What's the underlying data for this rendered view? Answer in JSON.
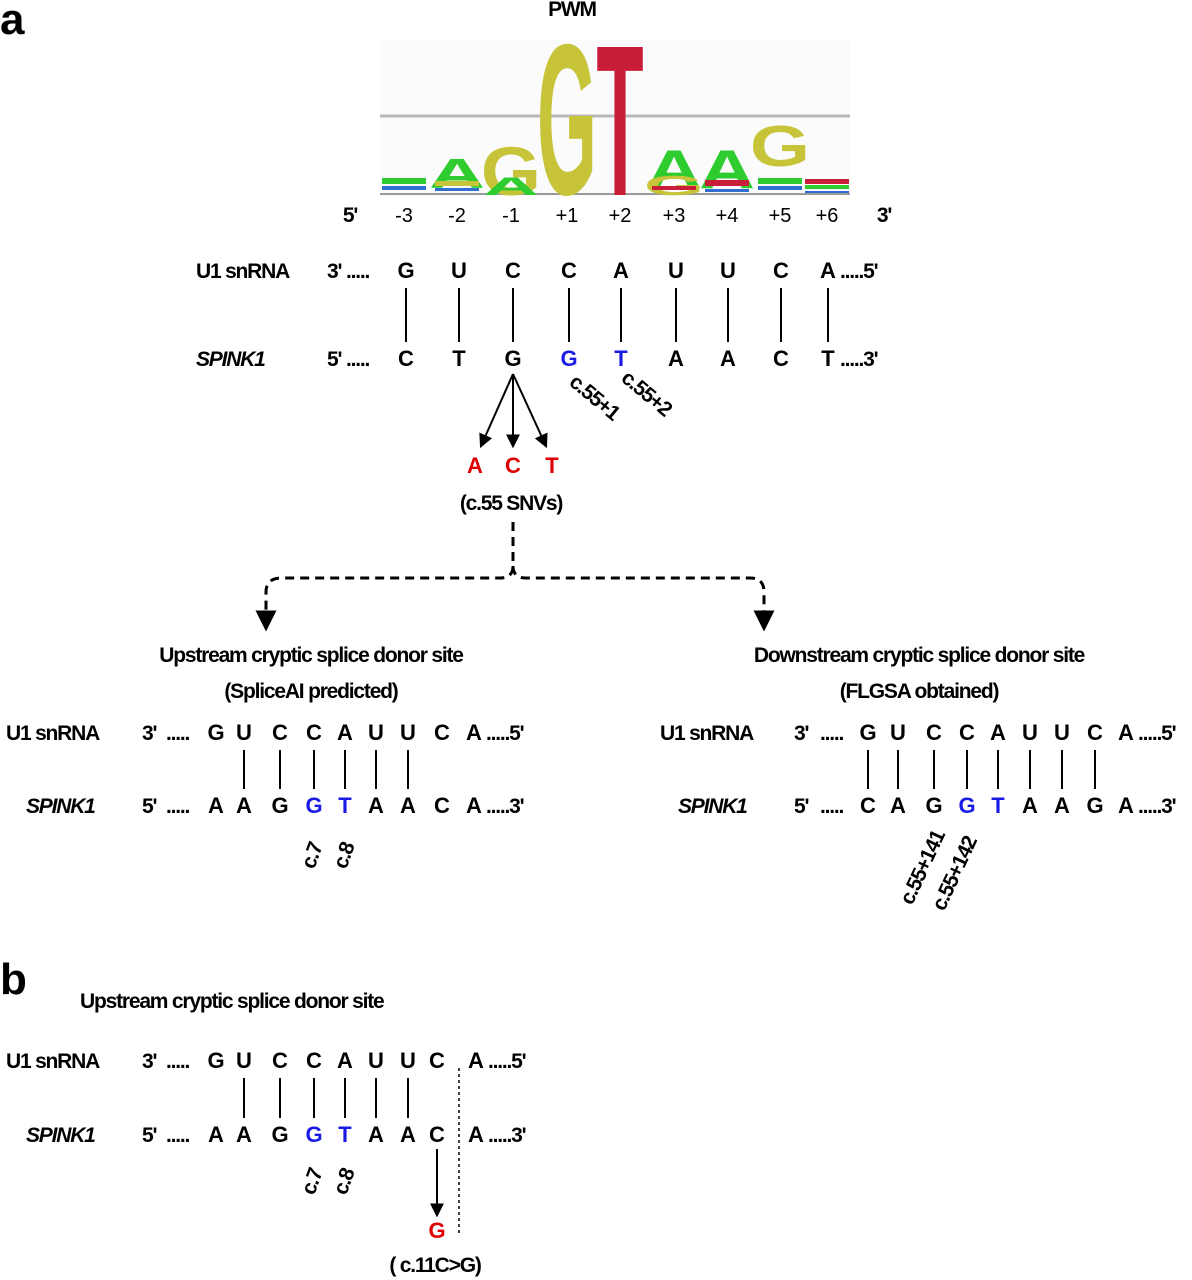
{
  "colors": {
    "wildtype_highlight": "#1a1ae6",
    "variant": "#e00000",
    "logo_A": "#2ecc2e",
    "logo_G": "#c8c43a",
    "logo_T": "#c81e3a",
    "logo_C": "#2f6fd0"
  },
  "panel_a": {
    "label": "a",
    "logo": {
      "title": "PWM",
      "end5": "5'",
      "end3": "3'",
      "positions": [
        "-3",
        "-2",
        "-1",
        "+1",
        "+2",
        "+3",
        "+4",
        "+5",
        "+6"
      ],
      "letters": [
        {
          "pos": "-2",
          "letter": "A",
          "color": "logo_A"
        },
        {
          "pos": "-1",
          "letter": "G",
          "color": "logo_G"
        },
        {
          "pos": "-1",
          "letter": "A",
          "color": "logo_A"
        },
        {
          "pos": "+1",
          "letter": "G",
          "color": "logo_G"
        },
        {
          "pos": "+2",
          "letter": "T",
          "color": "logo_T"
        },
        {
          "pos": "+3",
          "letter": "A",
          "color": "logo_A"
        },
        {
          "pos": "+3",
          "letter": "G",
          "color": "logo_G"
        },
        {
          "pos": "+4",
          "letter": "A",
          "color": "logo_A"
        },
        {
          "pos": "+5",
          "letter": "G",
          "color": "logo_G"
        }
      ]
    },
    "u1": {
      "name": "U1 snRNA",
      "prime_left": "3'",
      "prime_right": "5'",
      "nts": [
        "G",
        "U",
        "C",
        "C",
        "A",
        "U",
        "U",
        "C",
        "A"
      ]
    },
    "spink1": {
      "name": "SPINK1",
      "prime_left": "5'",
      "prime_right": "3'",
      "nts": [
        "C",
        "T",
        "G",
        "G",
        "T",
        "A",
        "A",
        "C",
        "T"
      ],
      "highlight": [
        3,
        4
      ]
    },
    "pair_links": [
      0,
      1,
      2,
      3,
      4,
      5,
      6,
      7,
      8
    ],
    "pos_labels": [
      "c.55+1",
      "c.55+2"
    ],
    "snv_letters": [
      "A",
      "C",
      "T"
    ],
    "snv_caption": "(c.55 SNVs)",
    "upstream": {
      "title": "Upstream  cryptic splice donor site",
      "subtitle": "(SpliceAI predicted)",
      "u1_nts": [
        "G",
        "U",
        "C",
        "C",
        "A",
        "U",
        "U",
        "C",
        "A"
      ],
      "spink_nts": [
        "A",
        "A",
        "G",
        "G",
        "T",
        "A",
        "A",
        "C",
        "A"
      ],
      "highlight": [
        3,
        4
      ],
      "pair_links": [
        1,
        2,
        3,
        4,
        5,
        6
      ],
      "pos_labels": [
        "c.7",
        "c.8"
      ]
    },
    "downstream": {
      "title": "Downstream  cryptic splice donor site",
      "subtitle": "(FLGSA obtained)",
      "u1_nts": [
        "G",
        "U",
        "C",
        "C",
        "A",
        "U",
        "U",
        "C",
        "A"
      ],
      "spink_nts": [
        "C",
        "A",
        "G",
        "G",
        "T",
        "A",
        "A",
        "G",
        "A"
      ],
      "highlight": [
        3,
        4
      ],
      "pair_links": [
        0,
        1,
        2,
        3,
        4,
        5,
        6,
        7
      ],
      "pos_labels": [
        "c.55+141",
        "c.55+142"
      ]
    }
  },
  "panel_b": {
    "label": "b",
    "title": "Upstream  cryptic splice donor site",
    "u1_nts": [
      "G",
      "U",
      "C",
      "C",
      "A",
      "U",
      "U",
      "C",
      "A"
    ],
    "spink_nts": [
      "A",
      "A",
      "G",
      "G",
      "T",
      "A",
      "A",
      "C",
      "A"
    ],
    "highlight": [
      3,
      4
    ],
    "pair_links": [
      1,
      2,
      3,
      4,
      5,
      6
    ],
    "pos_labels": [
      "c.7",
      "c.8"
    ],
    "variant_letter": "G",
    "variant_caption": "( c.11C>G)"
  },
  "common": {
    "u1_name": "U1 snRNA",
    "spink_name": "SPINK1",
    "three_prime": "3'",
    "five_prime": "5'",
    "dots": "....."
  }
}
